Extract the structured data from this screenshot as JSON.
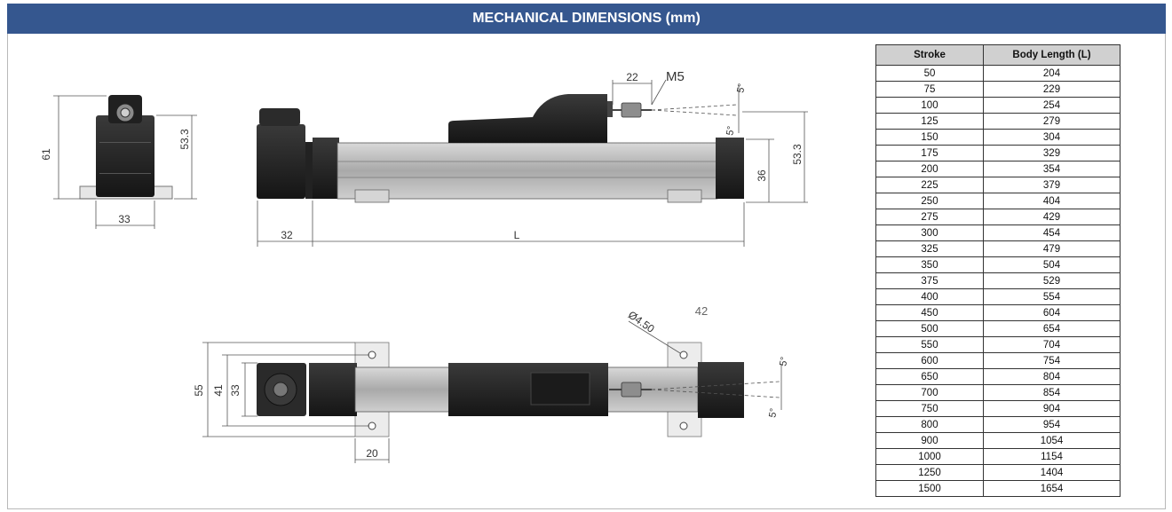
{
  "header": {
    "title": "MECHANICAL DIMENSIONS (mm)"
  },
  "labels": {
    "end_height": "61",
    "end_body_height": "53.3",
    "end_width": "33",
    "rod_offset": "22",
    "thread": "M5",
    "side_angle_top": "5°",
    "side_angle_bottom": "5°",
    "side_height": "53.3",
    "profile_height": "36",
    "connector_length": "32",
    "body_length": "L",
    "hole_diameter": "Ø4.50",
    "top_extra": "42",
    "top_angle_top": "5°",
    "top_angle_bottom": "5°",
    "overall_width": "55",
    "clamp_width": "41",
    "body_width": "33",
    "clamp_length": "20"
  },
  "table": {
    "headers": [
      "Stroke",
      "Body Length (L)"
    ],
    "rows": [
      [
        "50",
        "204"
      ],
      [
        "75",
        "229"
      ],
      [
        "100",
        "254"
      ],
      [
        "125",
        "279"
      ],
      [
        "150",
        "304"
      ],
      [
        "175",
        "329"
      ],
      [
        "200",
        "354"
      ],
      [
        "225",
        "379"
      ],
      [
        "250",
        "404"
      ],
      [
        "275",
        "429"
      ],
      [
        "300",
        "454"
      ],
      [
        "325",
        "479"
      ],
      [
        "350",
        "504"
      ],
      [
        "375",
        "529"
      ],
      [
        "400",
        "554"
      ],
      [
        "450",
        "604"
      ],
      [
        "500",
        "654"
      ],
      [
        "550",
        "704"
      ],
      [
        "600",
        "754"
      ],
      [
        "650",
        "804"
      ],
      [
        "700",
        "854"
      ],
      [
        "750",
        "904"
      ],
      [
        "800",
        "954"
      ],
      [
        "900",
        "1054"
      ],
      [
        "1000",
        "1154"
      ],
      [
        "1250",
        "1404"
      ],
      [
        "1500",
        "1654"
      ]
    ]
  }
}
